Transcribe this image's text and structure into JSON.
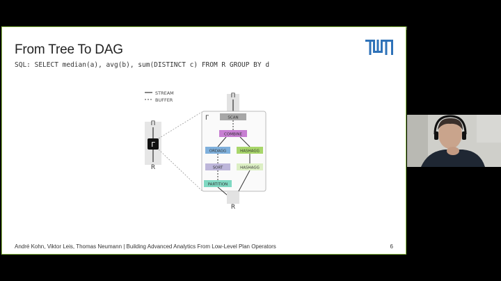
{
  "slide": {
    "title": "From Tree To DAG",
    "sql": "SQL: SELECT median(a), avg(b), sum(DISTINCT c) FROM R GROUP BY d",
    "footer": "André Kohn, Viktor Leis, Thomas Neumann | Building Advanced Analytics From Low-Level Plan Operators",
    "page_number": "6"
  },
  "diagram": {
    "legend": {
      "stream": "STREAM",
      "buffer": "BUFFER"
    },
    "left_tree": {
      "top": "Π",
      "middle": "Γ",
      "bottom": "R"
    },
    "right_dag": {
      "top": "Π",
      "box_label": "Γ",
      "bottom": "R",
      "nodes": {
        "scan": "SCAN",
        "combine": "COMBINE",
        "ordagg": "ORDAGG",
        "hashagg1": "HASHAGG",
        "sort": "SORT",
        "hashagg2": "HASHAGG",
        "partition": "PARTITION"
      }
    }
  },
  "colors": {
    "border": "#8fc24a",
    "tum_blue": "#2e72b8",
    "scan": "#a7a7a7",
    "combine": "#c77fd2",
    "ordagg": "#7fb0dc",
    "hashagg": "#a8d66a",
    "sort": "#bdb6da",
    "partition": "#7fd8c2"
  },
  "icons": [
    "tum-logo-icon",
    "webcam-presenter-video"
  ]
}
